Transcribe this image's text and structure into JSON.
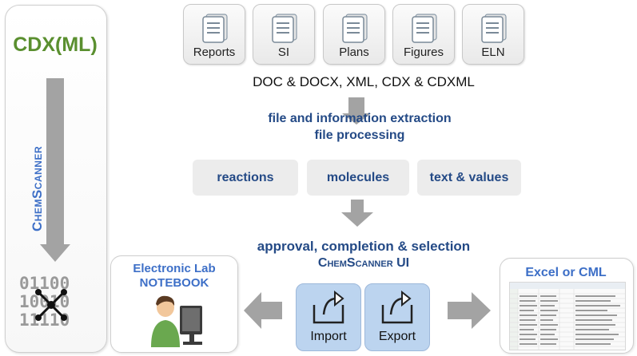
{
  "left_panel": {
    "title": "CDX(ML)",
    "vertical_label": "ChemScanner",
    "binary_lines": [
      "01100",
      "10010",
      "11110"
    ]
  },
  "documents": [
    {
      "label": "Reports",
      "icon": "document-icon"
    },
    {
      "label": "SI",
      "icon": "document-icon"
    },
    {
      "label": "Plans",
      "icon": "document-icon"
    },
    {
      "label": "Figures",
      "icon": "document-icon"
    },
    {
      "label": "ELN",
      "icon": "document-icon"
    }
  ],
  "formats": "DOC & DOCX, XML, CDX & CDXML",
  "extraction": {
    "line1": "file and information extraction",
    "line2": "file processing"
  },
  "categories": [
    "reactions",
    "molecules",
    "text & values"
  ],
  "approval": {
    "line1": "approval, completion & selection",
    "line2": "ChemScanner UI"
  },
  "eln": {
    "line1": "Electronic Lab",
    "line2": "NOTEBOOK"
  },
  "import_label": "Import",
  "export_label": "Export",
  "excel_title": "Excel or CML",
  "colors": {
    "green": "#5a8f2f",
    "blue": "#3d6fc7",
    "navy": "#244a86",
    "arrow_gray": "#a3a3a3",
    "button_blue": "#bcd4ef"
  }
}
